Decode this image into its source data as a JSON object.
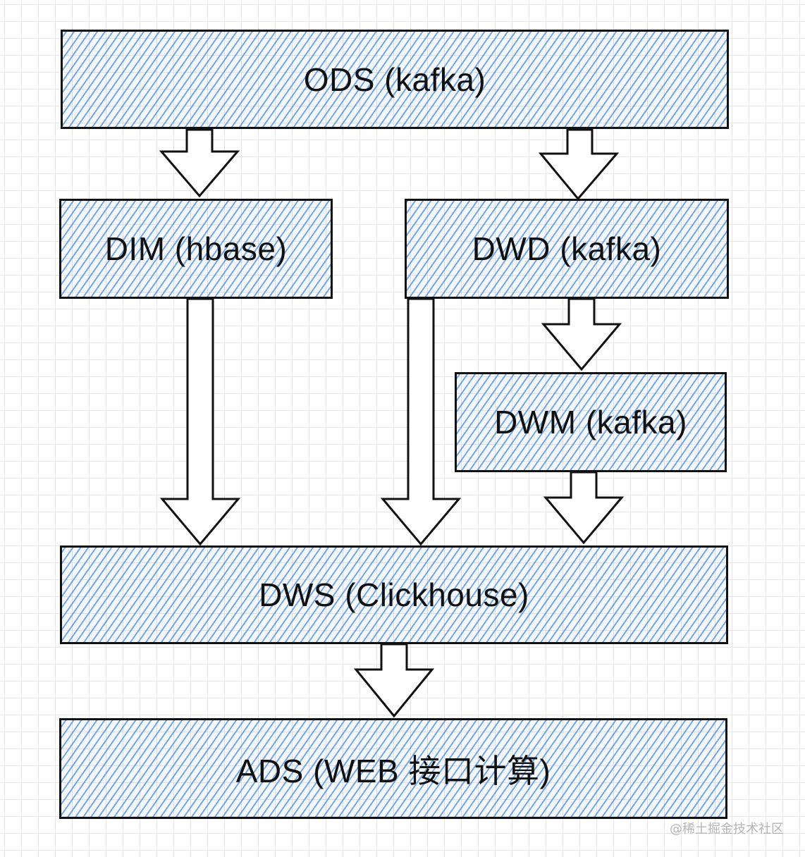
{
  "diagram": {
    "nodes": {
      "ods": {
        "label": "ODS (kafka)"
      },
      "dim": {
        "label": "DIM (hbase)"
      },
      "dwd": {
        "label": "DWD (kafka)"
      },
      "dwm": {
        "label": "DWM (kafka)"
      },
      "dws": {
        "label": "DWS (Clickhouse)"
      },
      "ads": {
        "label": "ADS (WEB 接口计算)"
      }
    },
    "edges": [
      {
        "from": "ods",
        "to": "dim"
      },
      {
        "from": "ods",
        "to": "dwd"
      },
      {
        "from": "dwd",
        "to": "dwm"
      },
      {
        "from": "dim",
        "to": "dws"
      },
      {
        "from": "dwd",
        "to": "dws"
      },
      {
        "from": "dwm",
        "to": "dws"
      },
      {
        "from": "dws",
        "to": "ads"
      }
    ],
    "colors": {
      "stroke": "#111111",
      "hatch": "#4f8bd6",
      "grid": "#e6e6e6",
      "watermark": "#b4b4b4"
    }
  },
  "watermark": "@稀土掘金技术社区"
}
